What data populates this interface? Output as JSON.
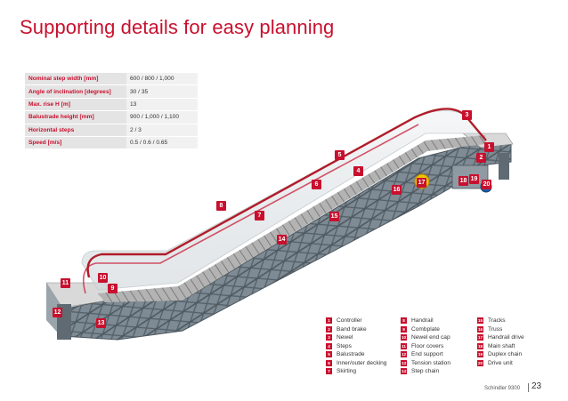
{
  "page": {
    "title": "Supporting details for easy planning",
    "brand": "Schindler 9300",
    "page_number": "23"
  },
  "specs": [
    {
      "label": "Nominal step width [mm]",
      "value": "600 / 800 / 1,000"
    },
    {
      "label": "Angle of inclination [degrees]",
      "value": "30 / 35"
    },
    {
      "label": "Max. rise H [m]",
      "value": "13"
    },
    {
      "label": "Balustrade height [mm]",
      "value": "900 / 1,000 / 1,100"
    },
    {
      "label": "Horizontal steps",
      "value": "2 / 3"
    },
    {
      "label": "Speed [m/s]",
      "value": "0.5 / 0.6 / 0.65"
    }
  ],
  "tags": [
    "1",
    "2",
    "3",
    "4",
    "5",
    "6",
    "7",
    "8",
    "9",
    "10",
    "11",
    "12",
    "13",
    "14",
    "15",
    "16",
    "17",
    "18",
    "19",
    "20"
  ],
  "legend": [
    {
      "num": "1",
      "label": "Controller"
    },
    {
      "num": "2",
      "label": "Band brake"
    },
    {
      "num": "3",
      "label": "Newel"
    },
    {
      "num": "4",
      "label": "Steps"
    },
    {
      "num": "5",
      "label": "Balustrade"
    },
    {
      "num": "6",
      "label": "Inner/outer decking"
    },
    {
      "num": "7",
      "label": "Skirting"
    },
    {
      "num": "8",
      "label": "Handrail"
    },
    {
      "num": "9",
      "label": "Combplate"
    },
    {
      "num": "10",
      "label": "Newel end cap"
    },
    {
      "num": "11",
      "label": "Floor covers"
    },
    {
      "num": "12",
      "label": "End support"
    },
    {
      "num": "13",
      "label": "Tension station"
    },
    {
      "num": "14",
      "label": "Step chain"
    },
    {
      "num": "15",
      "label": "Tracks"
    },
    {
      "num": "16",
      "label": "Truss"
    },
    {
      "num": "17",
      "label": "Handrail drive"
    },
    {
      "num": "18",
      "label": "Main shaft"
    },
    {
      "num": "19",
      "label": "Duplex chain"
    },
    {
      "num": "20",
      "label": "Drive unit"
    }
  ],
  "colors": {
    "accent": "#c8102e",
    "truss": "#6f7c86",
    "steps": "#9a9a9a"
  }
}
